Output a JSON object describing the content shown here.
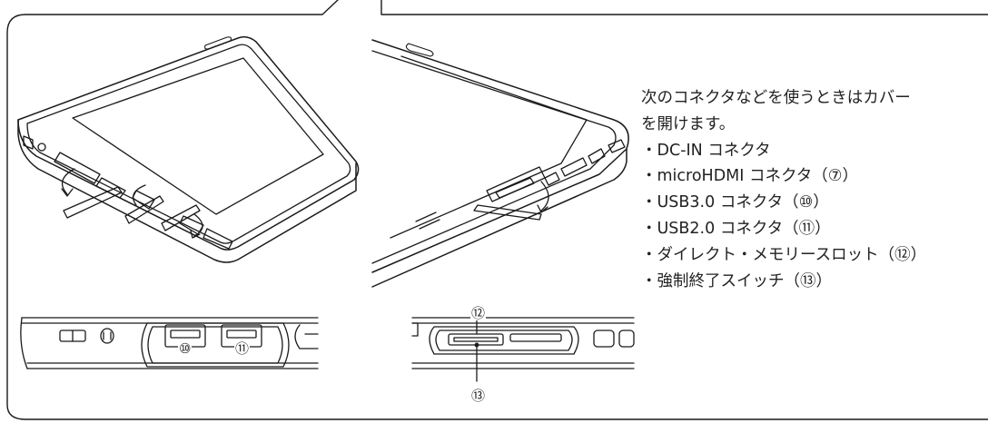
{
  "description": {
    "intro_line1": "次のコネクタなどを使うときはカバー",
    "intro_line2": "を開けます。",
    "items": [
      "・DC-IN コネクタ",
      "・microHDMI コネクタ（⑦）",
      "・USB3.0 コネクタ（⑩）",
      "・USB2.0 コネクタ（⑪）",
      "・ダイレクト・メモリースロット（⑫）",
      "・強制終了スイッチ（⑬）"
    ]
  },
  "callouts": {
    "usb3": "⑩",
    "usb2": "⑪",
    "memory_slot": "⑫",
    "force_off": "⑬"
  }
}
